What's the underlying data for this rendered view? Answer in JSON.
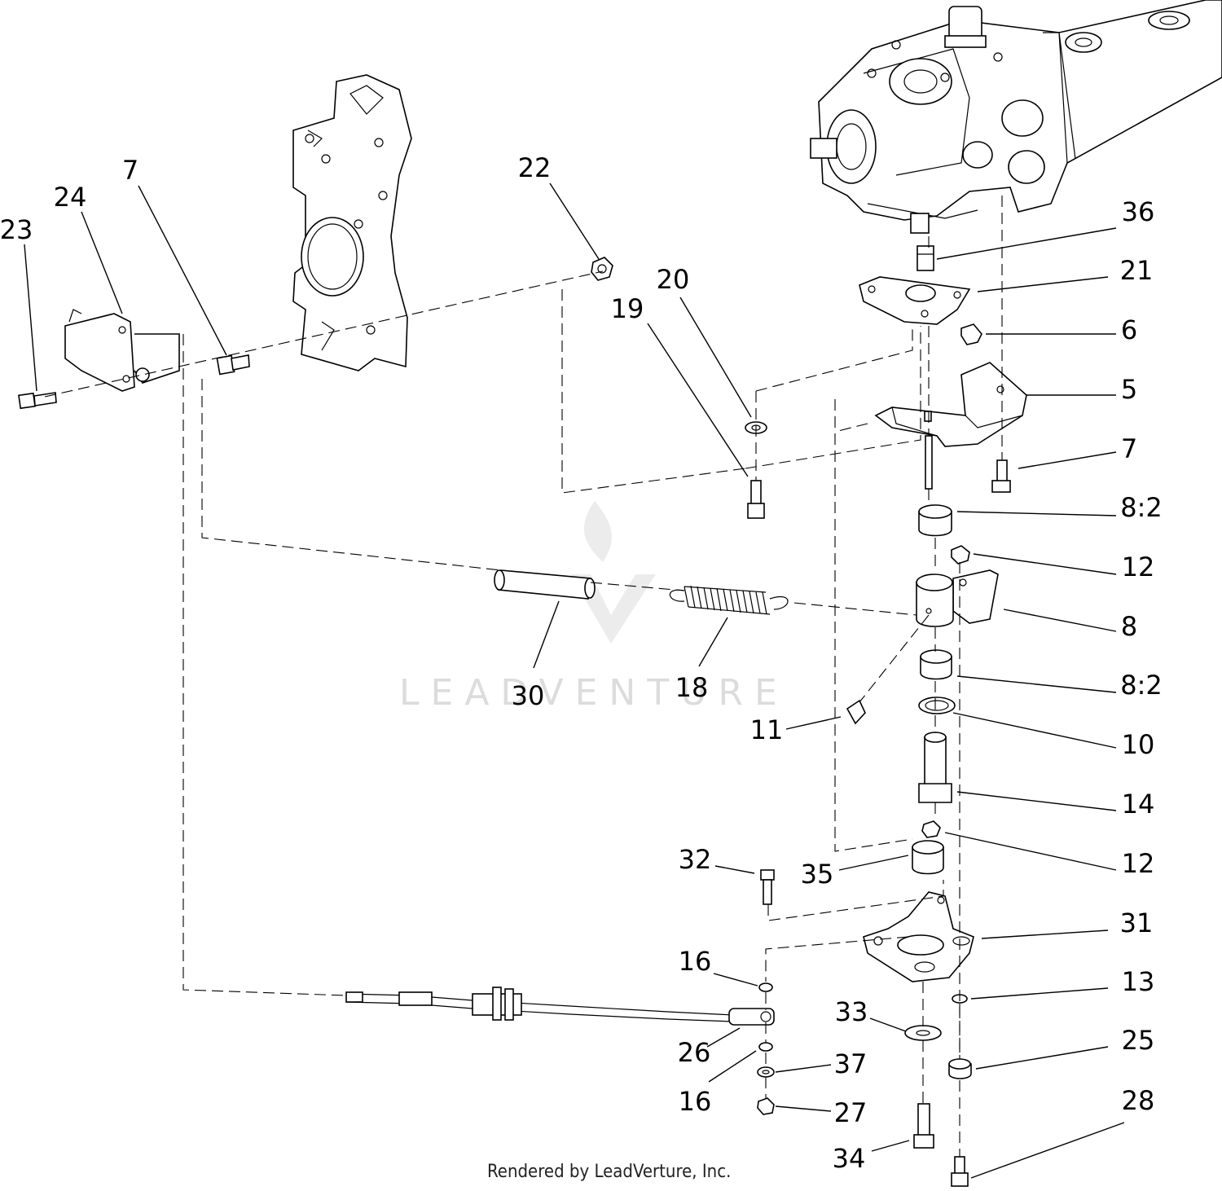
{
  "callouts": {
    "c23": "23",
    "c24": "24",
    "c7a": "7",
    "c22": "22",
    "c20": "20",
    "c19": "19",
    "c36": "36",
    "c21": "21",
    "c6": "6",
    "c5": "5",
    "c7b": "7",
    "c82a": "8:2",
    "c12a": "12",
    "c8": "8",
    "c30": "30",
    "c18": "18",
    "c82b": "8:2",
    "c11": "11",
    "c10": "10",
    "c14": "14",
    "c32": "32",
    "c35": "35",
    "c12b": "12",
    "c31": "31",
    "c16a": "16",
    "c13": "13",
    "c33": "33",
    "c26": "26",
    "c25": "25",
    "c37": "37",
    "c16b": "16",
    "c27": "27",
    "c28": "28",
    "c34": "34"
  },
  "footer": "Rendered by LeadVerture, Inc.",
  "watermark": "LEADVENTURE"
}
